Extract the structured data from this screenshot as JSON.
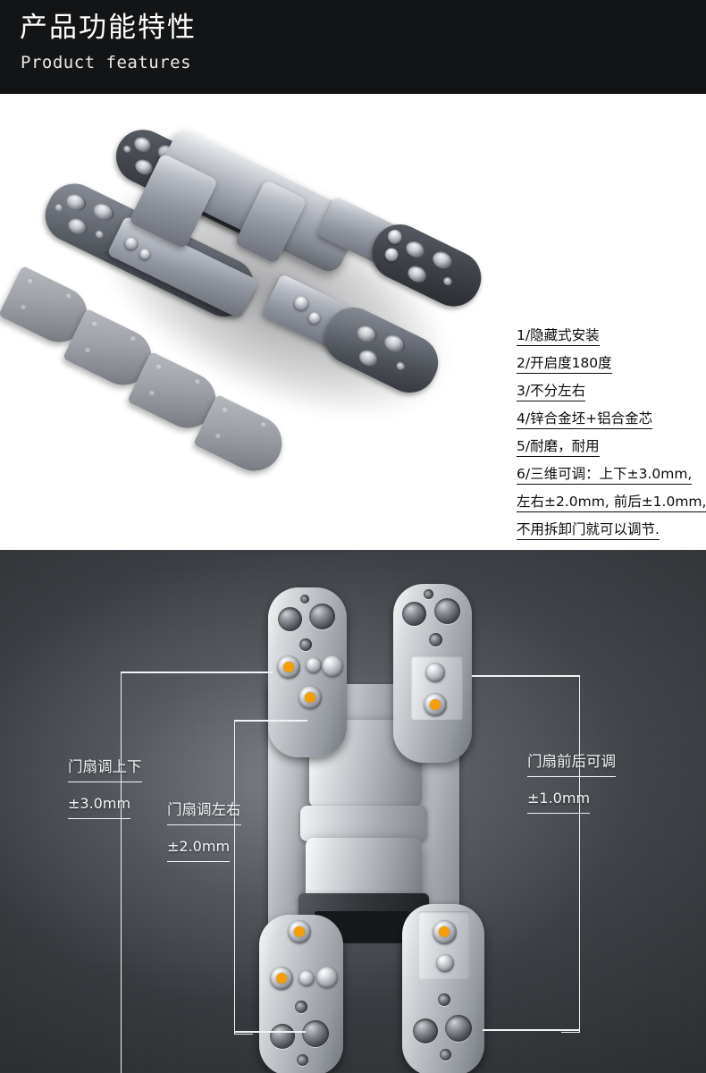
{
  "header": {
    "title_cn": "产品功能特性",
    "title_en": "Product features",
    "background_color": "#131416"
  },
  "upper_section": {
    "background_color": "#ffffff",
    "product_image": {
      "name": "concealed-3d-adjustable-door-hinge",
      "description": "三维可调隐藏式合页 - 分解图，含4个盖板",
      "cover_cap_count": 4,
      "body_color": "#9095a0",
      "plate_color": "#4d5158"
    },
    "features": [
      "1/隐藏式安装",
      "2/开启度180度",
      "3/不分左右",
      "4/锌合金坯+铝合金芯",
      "5/耐磨，耐用",
      "6/三维可调：上下±3.0mm,",
      "左右±2.0mm, 前后±1.0mm,",
      "不用拆卸门就可以调节."
    ],
    "feature_text_color": "#0b0b0b"
  },
  "lower_section": {
    "background_color": "#3a3c41",
    "highlight_dot_color": "#f59f00",
    "callout_line_color": "#f2f3f5",
    "product_image": {
      "name": "concealed-hinge-adjustment-detail",
      "description": "合页三维调节点特写，橙色圆点标示调节螺丝"
    },
    "annotations": [
      {
        "label": "门扇调上下",
        "value": "±3.0mm",
        "position": "left-upper"
      },
      {
        "label": "门扇调左右",
        "value": "±2.0mm",
        "position": "left-lower"
      },
      {
        "label": "门扇前后可调",
        "value": "±1.0mm",
        "position": "right"
      }
    ]
  }
}
